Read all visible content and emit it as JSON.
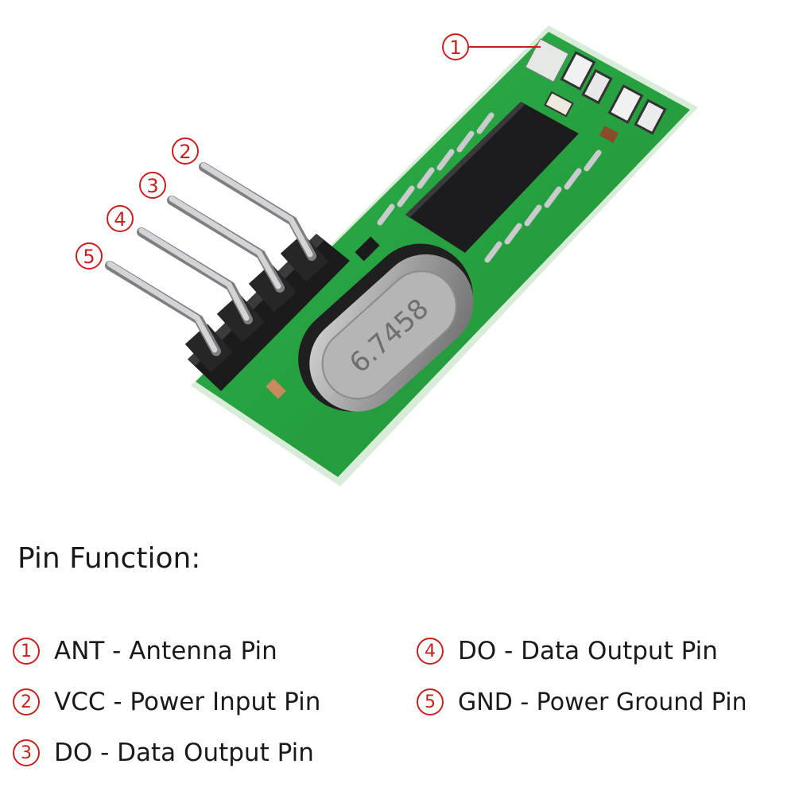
{
  "figure": {
    "callouts": [
      {
        "number": "1",
        "icon": "circled-number-icon"
      },
      {
        "number": "2",
        "icon": "circled-number-icon"
      },
      {
        "number": "3",
        "icon": "circled-number-icon"
      },
      {
        "number": "4",
        "icon": "circled-number-icon"
      },
      {
        "number": "5",
        "icon": "circled-number-icon"
      }
    ],
    "crystal_marking": "6.7458",
    "colors": {
      "callout": "#c8201e",
      "pcb": "#23a13f",
      "chip": "#1c1c1e",
      "header": "#1b1b1b",
      "pins": "#b9bbbe",
      "crystal": "#a8a8a8"
    }
  },
  "pin_function": {
    "heading": "Pin Function:",
    "items": [
      {
        "number": "1",
        "text": "ANT - Antenna Pin"
      },
      {
        "number": "2",
        "text": "VCC - Power Input Pin"
      },
      {
        "number": "3",
        "text": "DO - Data Output Pin"
      },
      {
        "number": "4",
        "text": "DO - Data Output Pin"
      },
      {
        "number": "5",
        "text": "GND - Power Ground Pin"
      }
    ]
  }
}
